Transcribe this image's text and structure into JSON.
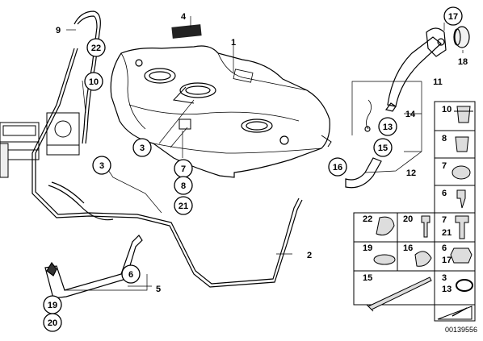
{
  "diagram": {
    "id_number": "00139556",
    "callouts": [
      {
        "key": "c1",
        "label": "1",
        "circled": false
      },
      {
        "key": "c2",
        "label": "2",
        "circled": false
      },
      {
        "key": "c3a",
        "label": "3",
        "circled": true
      },
      {
        "key": "c3b",
        "label": "3",
        "circled": true
      },
      {
        "key": "c4",
        "label": "4",
        "circled": false
      },
      {
        "key": "c5",
        "label": "5",
        "circled": false
      },
      {
        "key": "c6",
        "label": "6",
        "circled": true
      },
      {
        "key": "c7",
        "label": "7",
        "circled": true
      },
      {
        "key": "c8",
        "label": "8",
        "circled": true
      },
      {
        "key": "c9",
        "label": "9",
        "circled": false
      },
      {
        "key": "c10",
        "label": "10",
        "circled": true
      },
      {
        "key": "c11",
        "label": "11",
        "circled": false
      },
      {
        "key": "c12",
        "label": "12",
        "circled": false
      },
      {
        "key": "c13",
        "label": "13",
        "circled": true
      },
      {
        "key": "c14",
        "label": "14",
        "circled": false
      },
      {
        "key": "c15",
        "label": "15",
        "circled": true
      },
      {
        "key": "c16",
        "label": "16",
        "circled": true
      },
      {
        "key": "c17",
        "label": "17",
        "circled": true
      },
      {
        "key": "c18",
        "label": "18",
        "circled": false
      },
      {
        "key": "c19",
        "label": "19",
        "circled": true
      },
      {
        "key": "c20",
        "label": "20",
        "circled": true
      },
      {
        "key": "c21",
        "label": "21",
        "circled": true
      },
      {
        "key": "c22",
        "label": "22",
        "circled": true
      }
    ],
    "parts_grid": [
      {
        "key": "g10",
        "label": "10"
      },
      {
        "key": "g8",
        "label": "8"
      },
      {
        "key": "g7",
        "label": "7"
      },
      {
        "key": "g6",
        "label": "6"
      },
      {
        "key": "g7b",
        "label": "7"
      },
      {
        "key": "g21",
        "label": "21"
      },
      {
        "key": "g22",
        "label": "22"
      },
      {
        "key": "g20",
        "label": "20"
      },
      {
        "key": "g19",
        "label": "19"
      },
      {
        "key": "g16",
        "label": "16"
      },
      {
        "key": "g6b",
        "label": "6"
      },
      {
        "key": "g17",
        "label": "17"
      },
      {
        "key": "g15",
        "label": "15"
      },
      {
        "key": "g3",
        "label": "3"
      },
      {
        "key": "g13",
        "label": "13"
      }
    ],
    "colors": {
      "line": "#000000",
      "background": "#ffffff",
      "part_fill": "#f2f2f2"
    }
  }
}
